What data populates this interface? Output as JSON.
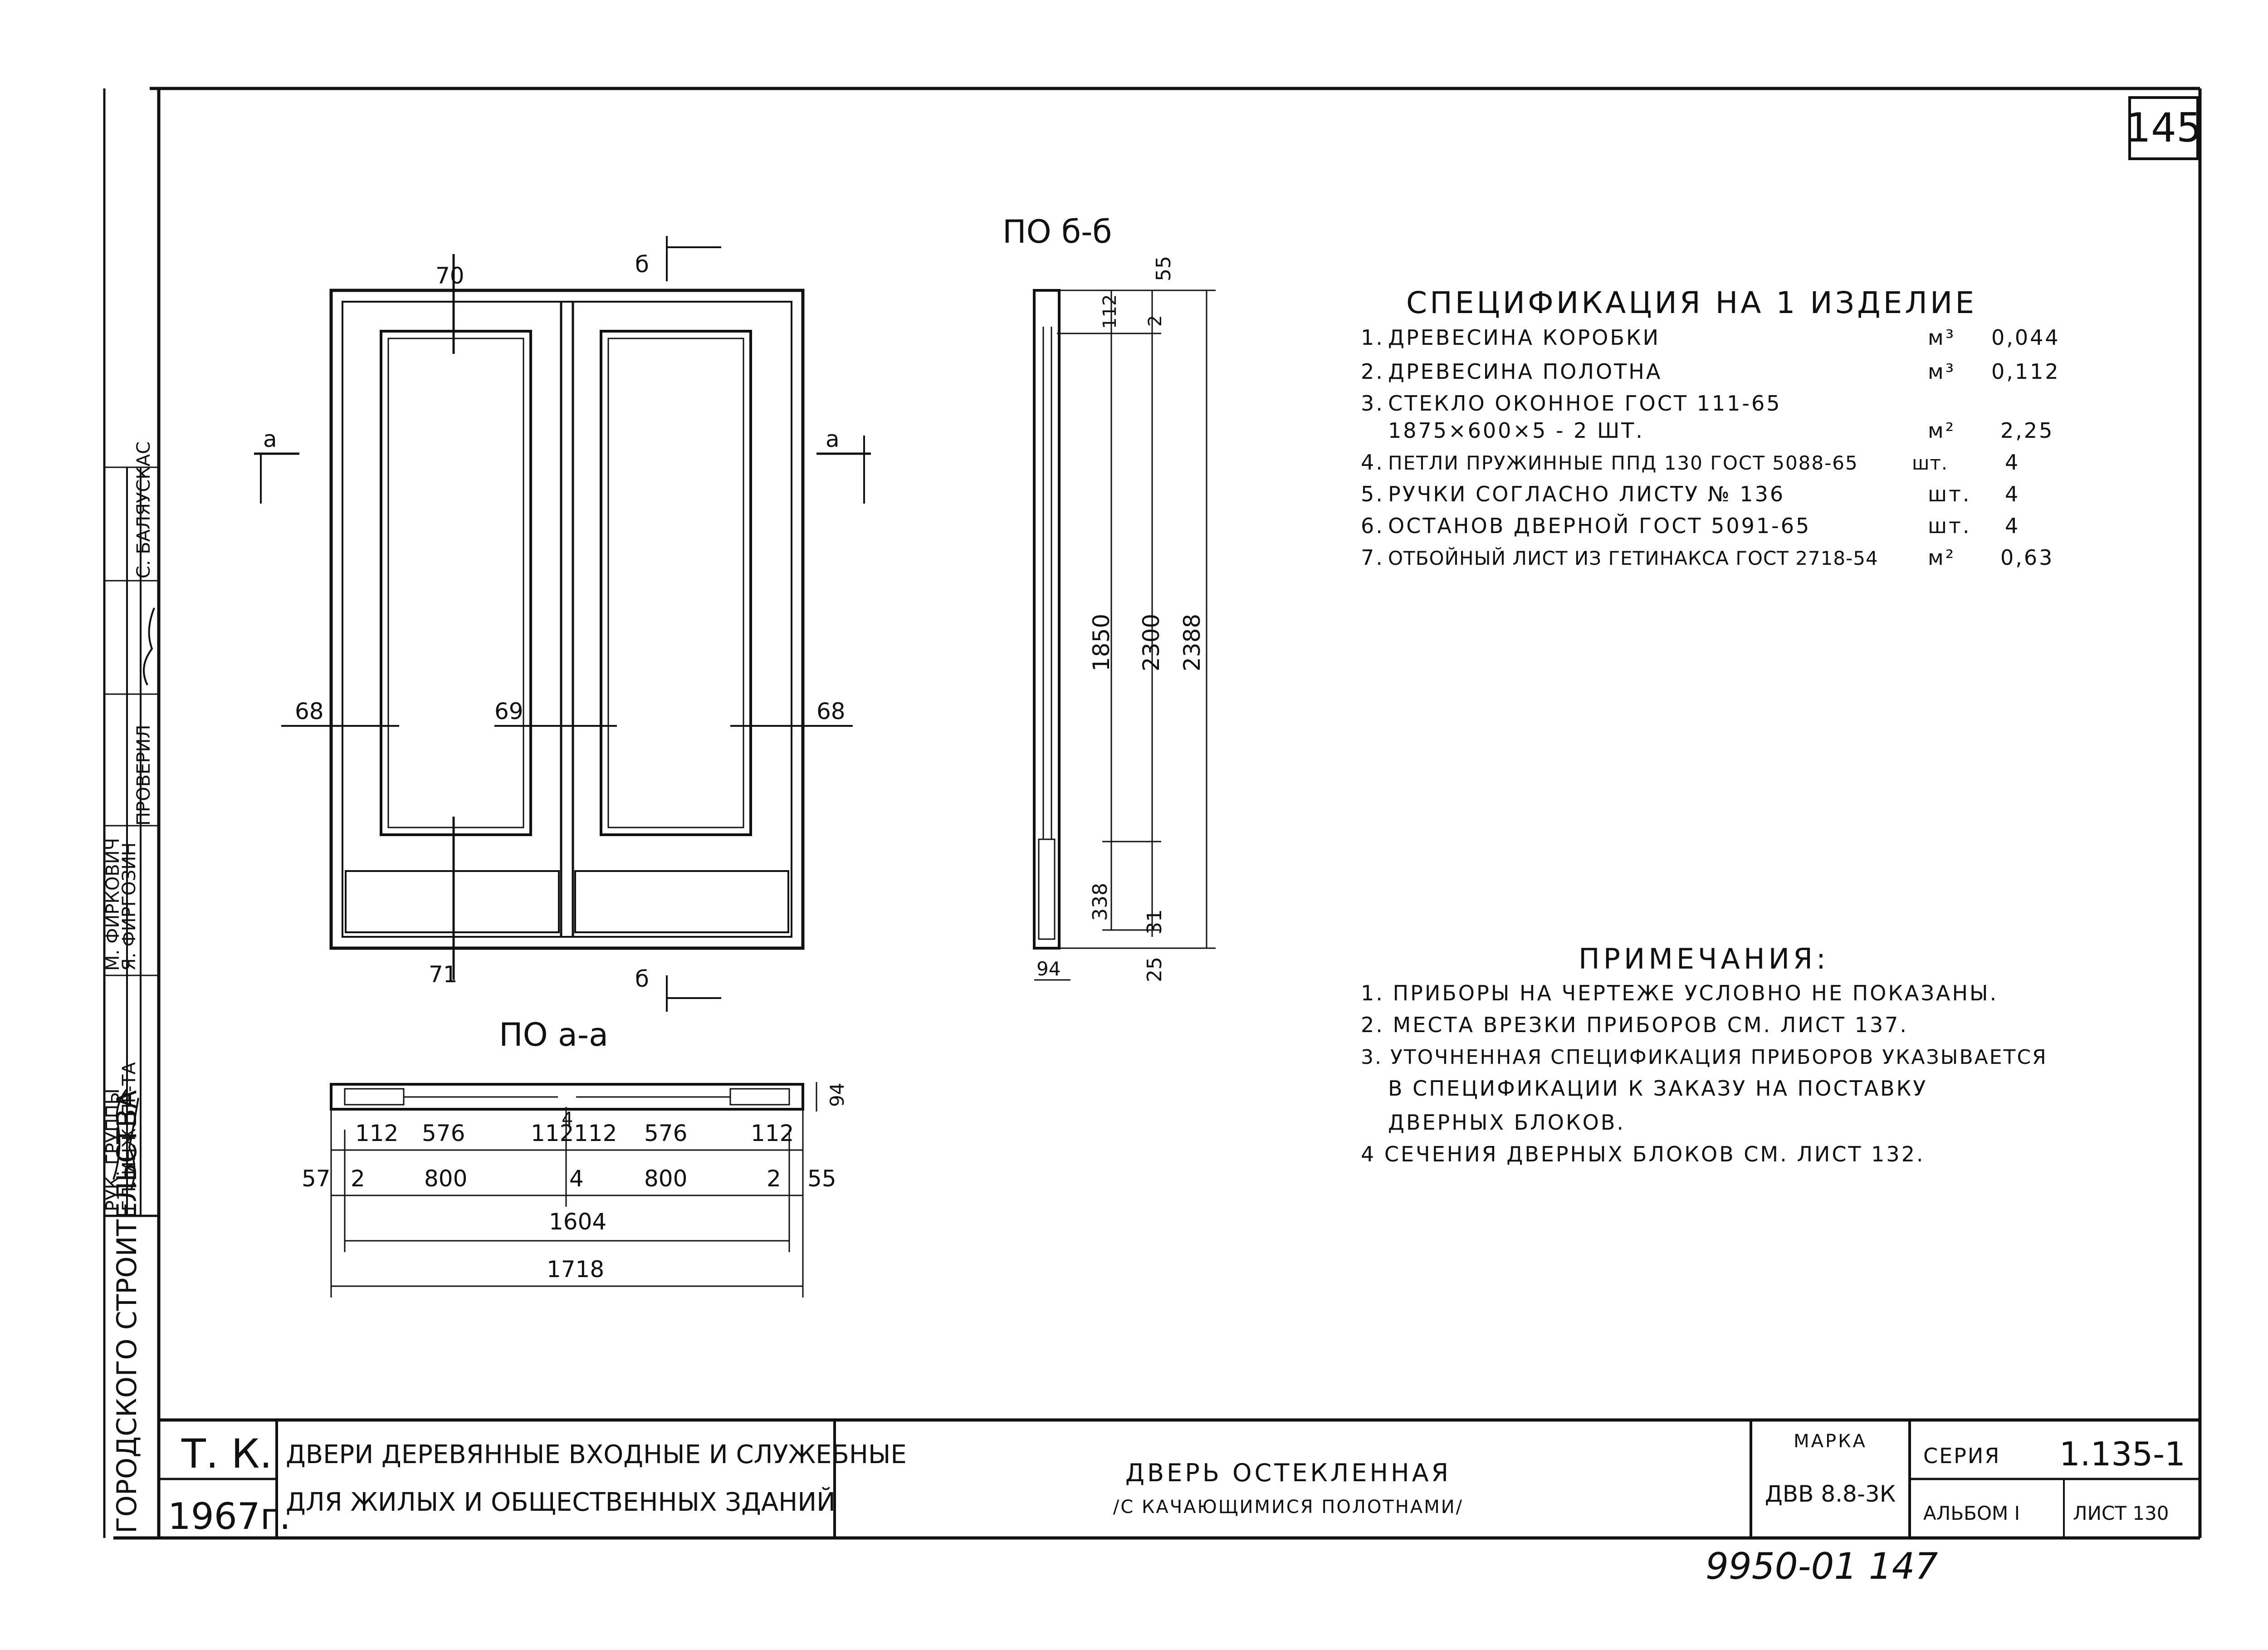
{
  "page_number": "145",
  "views": {
    "section_aa": "ПО а-а",
    "section_bb": "ПО б-б"
  },
  "cut_marks": {
    "a": "а",
    "b": "б"
  },
  "front_callouts": [
    "70",
    "71",
    "68",
    "69",
    "68"
  ],
  "plan_dims": {
    "top_row": [
      "112",
      "576",
      "112",
      "4",
      "112",
      "576",
      "112"
    ],
    "mid_row": [
      "57",
      "2",
      "800",
      "4",
      "800",
      "2",
      "55"
    ],
    "inner": "1604",
    "overall": "1718",
    "thick": "94"
  },
  "section_dims": {
    "top": "55",
    "rail": "112",
    "gap": "2",
    "glass": "1850",
    "leaf": "2300",
    "overall": "2388",
    "panel": "338",
    "bottom_rail": "31",
    "bottom": "25",
    "thick": "94"
  },
  "specification": {
    "title": "СПЕЦИФИКАЦИЯ НА 1 ИЗДЕЛИЕ",
    "rows": [
      {
        "num": "1.",
        "name": "ДРЕВЕСИНА КОРОБКИ",
        "unit": "м³",
        "qty": "0,044"
      },
      {
        "num": "2.",
        "name": "ДРЕВЕСИНА ПОЛОТНА",
        "unit": "м³",
        "qty": "0,112"
      },
      {
        "num": "3.",
        "name": "СТЕКЛО ОКОННОЕ ГОСТ 111-65",
        "unit": "",
        "qty": ""
      },
      {
        "num": "",
        "name": "1875×600×5 - 2 ШТ.",
        "unit": "м²",
        "qty": "2,25"
      },
      {
        "num": "4.",
        "name": "ПЕТЛИ ПРУЖИННЫЕ ППД 130 ГОСТ 5088-65",
        "unit": "шт.",
        "qty": "4"
      },
      {
        "num": "5.",
        "name": "РУЧКИ СОГЛАСНО ЛИСТУ № 136",
        "unit": "шт.",
        "qty": "4"
      },
      {
        "num": "6.",
        "name": "ОСТАНОВ ДВЕРНОЙ ГОСТ 5091-65",
        "unit": "шт.",
        "qty": "4"
      },
      {
        "num": "7.",
        "name": "ОТБОЙНЫЙ ЛИСТ ИЗ ГЕТИНАКСА ГОСТ 2718-54",
        "unit": "м²",
        "qty": "0,63"
      }
    ]
  },
  "notes": {
    "title": "ПРИМЕЧАНИЯ:",
    "lines": [
      "1. ПРИБОРЫ НА ЧЕРТЕЖЕ УСЛОВНО НЕ ПОКАЗАНЫ.",
      "2. МЕСТА ВРЕЗКИ ПРИБОРОВ СМ. ЛИСТ 137.",
      "3. УТОЧНЕННАЯ СПЕЦИФИКАЦИЯ ПРИБОРОВ УКАЗЫВАЕТСЯ",
      "В СПЕЦИФИКАЦИИ К ЗАКАЗУ НА ПОСТАВКУ",
      "ДВЕРНЫХ БЛОКОВ.",
      "4 СЕЧЕНИЯ ДВЕРНЫХ БЛОКОВ СМ. ЛИСТ 132."
    ]
  },
  "title_block": {
    "org": "Т. К.",
    "year": "1967г.",
    "series_title_1": "ДВЕРИ ДЕРЕВЯННЫЕ ВХОДНЫЕ И СЛУЖЕБНЫЕ",
    "series_title_2": "ДЛЯ ЖИЛЫХ И ОБЩЕСТВЕННЫХ ЗДАНИЙ",
    "drawing_title_1": "ДВЕРЬ ОСТЕКЛЕННАЯ",
    "drawing_title_2": "/С КАЧАЮЩИМИСЯ ПОЛОТНАМИ/",
    "mark_label": "МАРКА",
    "mark": "ДВВ 8.8-3К",
    "series_label": "СЕРИЯ",
    "series": "1.135-1",
    "album": "АЛЬБОМ I",
    "sheet": "ЛИСТ 130"
  },
  "left_strip": {
    "org_vertical": "ГОРОДСКОГО СТРОИТЕЛЬСТВА",
    "roles": [
      "РУК. ГРУППЫ",
      "ГЛ. ИНЖ. ПР-ТА",
      "ПРОВЕРИЛ"
    ],
    "names": [
      "М. ФИРКОВИЧ",
      "Я. ФИРГОЗИН",
      "С. БАЛЯУСКАС"
    ]
  },
  "archive_number": "9950-01 147"
}
